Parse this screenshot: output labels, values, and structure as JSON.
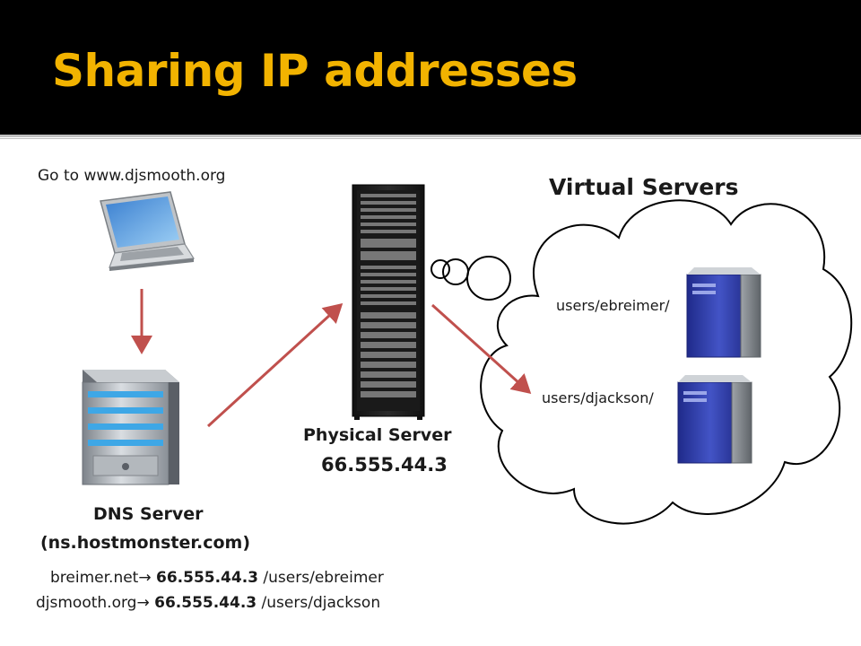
{
  "slide": {
    "title": "Sharing IP addresses"
  },
  "client": {
    "caption": "Go to www.djsmooth.org"
  },
  "dns": {
    "name": "DNS Server",
    "host": "(ns.hostmonster.com)",
    "mappings": [
      {
        "domain": "breimer.net",
        "arrow": "→",
        "ip": "66.555.44.3",
        "path": "/users/ebreimer"
      },
      {
        "domain": "djsmooth.org",
        "arrow": "→",
        "ip": "66.555.44.3",
        "path": "/users/djackson"
      }
    ]
  },
  "physical": {
    "name": "Physical Server",
    "ip": "66.555.44.3"
  },
  "virtual": {
    "heading": "Virtual Servers",
    "servers": [
      {
        "path": "users/ebreimer/"
      },
      {
        "path": "users/djackson/"
      }
    ]
  },
  "colors": {
    "title": "#f2b300",
    "header_bg": "#000000",
    "arrow": "#c0504d"
  }
}
